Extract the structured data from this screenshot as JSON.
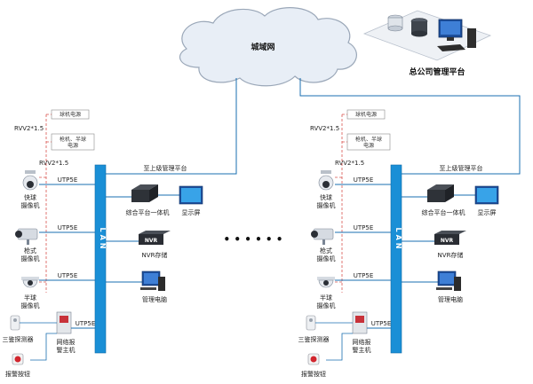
{
  "cloud_label": "城域网",
  "hq_label": "总公司管理平台",
  "dots": "• • •   • • •",
  "colors": {
    "lan_bus": "#1a8fd6",
    "wire": "#1a6fb0",
    "power": "#d9534f",
    "cloud_fill": "#e8eef6",
    "cloud_stroke": "#9aa7b8"
  },
  "left": {
    "power_ball": "球机电源",
    "power_box_line1": "枪机、半球",
    "power_box_line2": "电源",
    "rvv_top": "RVV2*1.5",
    "rvv_mid": "RVV2*1.5",
    "to_upper": "至上级管理平台",
    "lan": "LAN",
    "utp1": "UTP5E",
    "utp2": "UTP5E",
    "utp3": "UTP5E",
    "utp4": "UTP5E",
    "speed_dome_1": "快球",
    "speed_dome_2": "摄像机",
    "gun_1": "枪式",
    "gun_2": "摄像机",
    "dome_1": "半球",
    "dome_2": "摄像机",
    "detector": "三鉴探测器",
    "alarm_host_1": "网络报",
    "alarm_host_2": "警主机",
    "panic": "报警按钮",
    "integrated": "综合平台一体机",
    "display": "显示屏",
    "nvr_badge": "NVR",
    "nvr": "NVR存储",
    "pc": "管理电脑"
  },
  "right": {
    "power_ball": "球机电源",
    "power_box_line1": "枪机、半球",
    "power_box_line2": "电源",
    "rvv_top": "RVV2*1.5",
    "rvv_mid": "RVV2*1.5",
    "to_upper": "至上级管理平台",
    "lan": "LAN",
    "utp1": "UTP5E",
    "utp2": "UTP5E",
    "utp3": "UTP5E",
    "utp4": "UTP5E",
    "speed_dome_1": "快球",
    "speed_dome_2": "摄像机",
    "gun_1": "枪式",
    "gun_2": "摄像机",
    "dome_1": "半球",
    "dome_2": "摄像机",
    "detector": "三鉴探测器",
    "alarm_host_1": "网络报",
    "alarm_host_2": "警主机",
    "panic": "报警按钮",
    "integrated": "综合平台一体机",
    "display": "显示屏",
    "nvr_badge": "NVR",
    "nvr": "NVR存储",
    "pc": "管理电脑"
  }
}
